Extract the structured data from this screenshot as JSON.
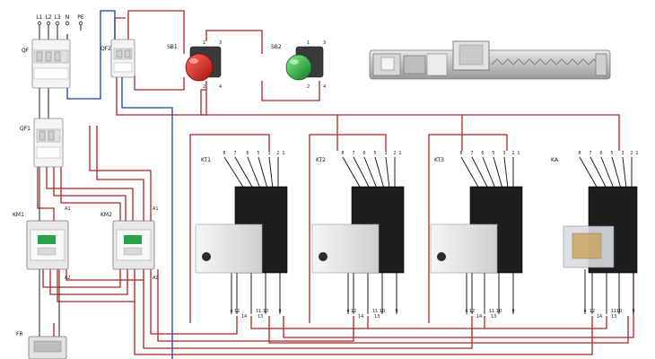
{
  "supply_terminals": [
    "L1",
    "L2",
    "L3",
    "N",
    "PE"
  ],
  "devices": {
    "qf": "QF",
    "qf2": "QF2",
    "qf1": "QF1",
    "sb1": "SB1",
    "sb2": "SB2",
    "km1": "KM1",
    "km2": "KM2",
    "fr": "FR",
    "kt1": "KT1",
    "kt2": "KT2",
    "kt3": "KT3",
    "ka": "KA"
  },
  "button_terminals": {
    "top_left": "1",
    "top_right": "3",
    "bottom_left": "2",
    "bottom_right": "4"
  },
  "contactor_terminals": {
    "a1": "A1",
    "a2": "A2"
  },
  "relay_top_terminals": [
    "8",
    "7",
    "6",
    "5",
    "3",
    "2",
    "1"
  ],
  "relay_bottom_terminals": [
    "4",
    "12",
    "14",
    "11",
    "10",
    "13",
    "9"
  ],
  "colors": {
    "wire_red": "#b22222",
    "wire_blue": "#1f3fa8",
    "wire_black": "#222222",
    "button_red": "#d81e1e",
    "button_green": "#1fa83a",
    "relay_base": "#1d1d1d",
    "relay_body": "#eeeeee"
  }
}
